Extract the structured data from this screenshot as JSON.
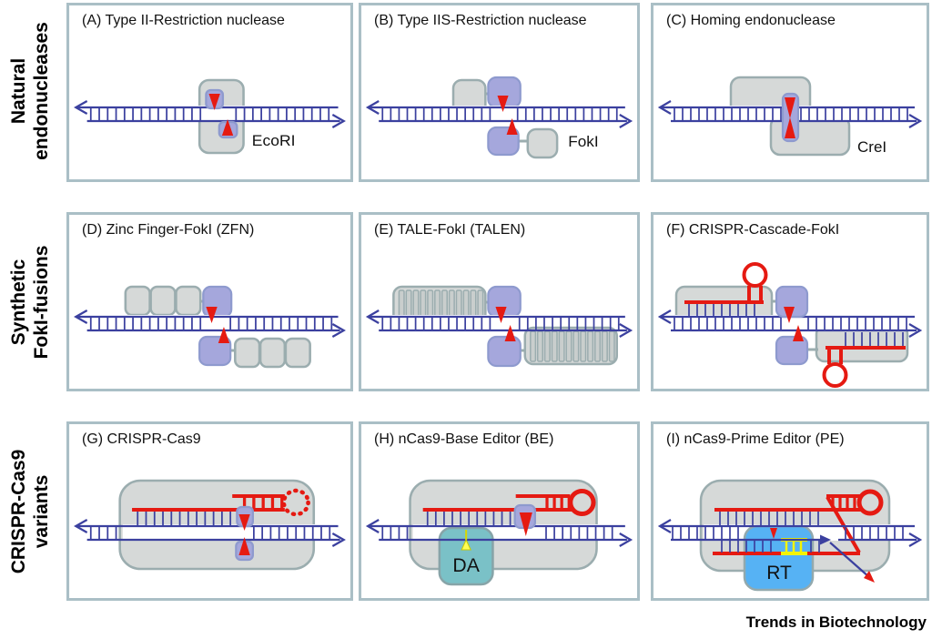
{
  "figure": {
    "footer_logo": "Trends in Biotechnology"
  },
  "rows": [
    {
      "label_line1": "Natural",
      "label_line2": "endonucleases"
    },
    {
      "label_line1": "Synthetic",
      "label_line2": "FokI-fusions"
    },
    {
      "label_line1": "CRISPR-Cas9",
      "label_line2": "variants"
    }
  ],
  "panels": [
    {
      "letter": "A",
      "title": "(A) Type II-Restriction nuclease",
      "enzyme_label": "EcoRI"
    },
    {
      "letter": "B",
      "title": "(B) Type IIS-Restriction nuclease",
      "enzyme_label": "FokI"
    },
    {
      "letter": "C",
      "title": "(C) Homing endonuclease",
      "enzyme_label": "CreI"
    },
    {
      "letter": "D",
      "title": "(D) Zinc Finger-FokI (ZFN)",
      "enzyme_label": ""
    },
    {
      "letter": "E",
      "title": "(E) TALE-FokI (TALEN)",
      "enzyme_label": ""
    },
    {
      "letter": "F",
      "title": "(F) CRISPR-Cascade-FokI",
      "enzyme_label": ""
    },
    {
      "letter": "G",
      "title": "(G) CRISPR-Cas9",
      "enzyme_label": ""
    },
    {
      "letter": "H",
      "title": "(H) nCas9-Base Editor (BE)",
      "enzyme_label": "DA"
    },
    {
      "letter": "I",
      "title": "(I) nCas9-Prime Editor (PE)",
      "enzyme_label": "RT"
    }
  ],
  "colors": {
    "dna_blue": "#3b409f",
    "rna_red": "#e51a12",
    "protein_gray": "#d6d9d8",
    "nuclease_purple": "#a5a7dc",
    "deaminase_teal": "#7ac1c7",
    "rt_blue": "#56b2f4",
    "edit_yellow": "#f4f400",
    "panel_border": "#aabfc6"
  }
}
